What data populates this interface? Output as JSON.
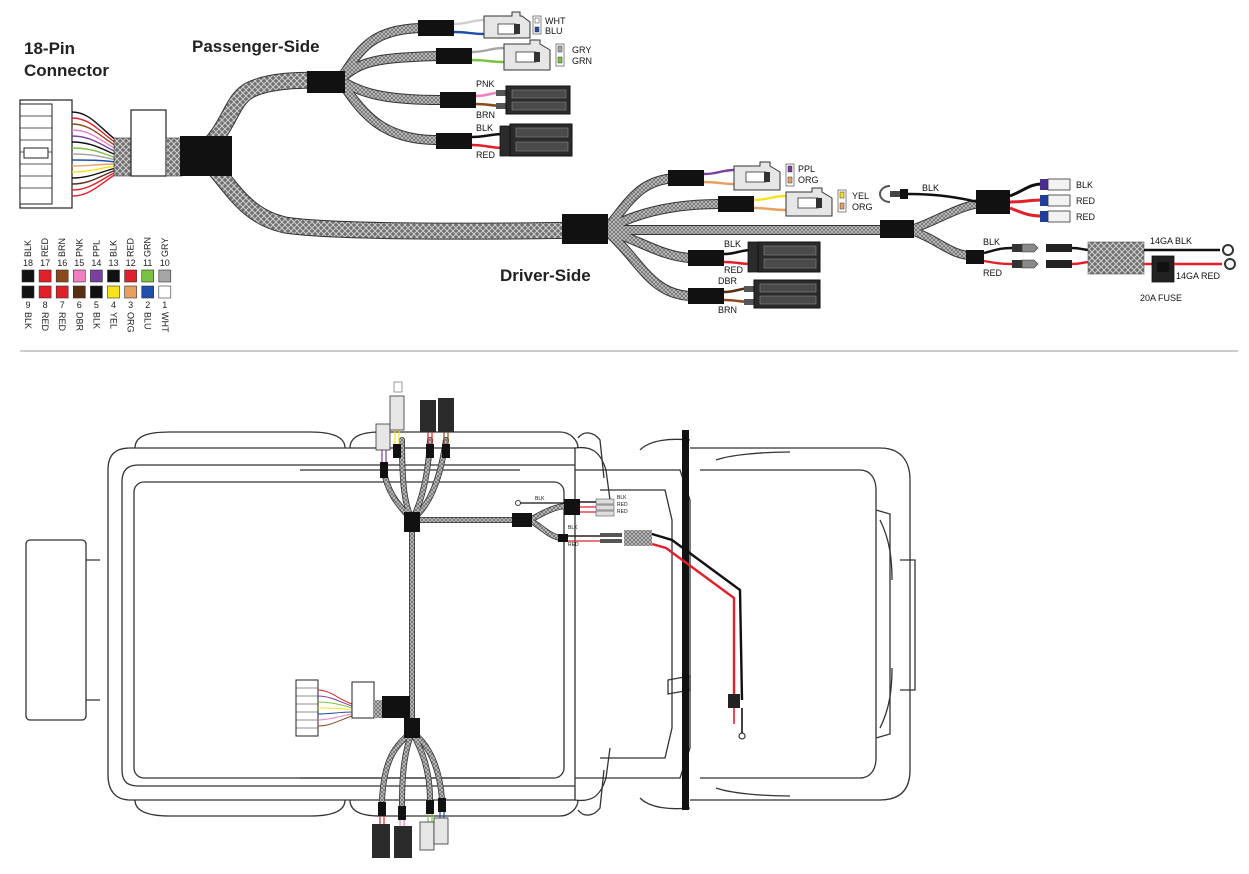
{
  "headings": {
    "connector_line1": "18-Pin",
    "connector_line2": "Connector",
    "passenger": "Passenger-Side",
    "driver": "Driver-Side"
  },
  "pins_top": [
    {
      "num": "18",
      "color": "BLK",
      "fill": "#111111"
    },
    {
      "num": "17",
      "color": "RED",
      "fill": "#e2202a"
    },
    {
      "num": "16",
      "color": "BRN",
      "fill": "#8a4a1c"
    },
    {
      "num": "15",
      "color": "PNK",
      "fill": "#f080c0"
    },
    {
      "num": "14",
      "color": "PPL",
      "fill": "#7a3fa0"
    },
    {
      "num": "13",
      "color": "BLK",
      "fill": "#111111"
    },
    {
      "num": "12",
      "color": "RED",
      "fill": "#e2202a"
    },
    {
      "num": "11",
      "color": "GRN",
      "fill": "#7cc242"
    },
    {
      "num": "10",
      "color": "GRY",
      "fill": "#a6a6a6"
    }
  ],
  "pins_bottom": [
    {
      "num": "9",
      "color": "BLK",
      "fill": "#111111"
    },
    {
      "num": "8",
      "color": "RED",
      "fill": "#e2202a"
    },
    {
      "num": "7",
      "color": "RED",
      "fill": "#e2202a"
    },
    {
      "num": "6",
      "color": "DBR",
      "fill": "#5a2e12"
    },
    {
      "num": "5",
      "color": "BLK",
      "fill": "#111111"
    },
    {
      "num": "4",
      "color": "YEL",
      "fill": "#f7e21b"
    },
    {
      "num": "3",
      "color": "ORG",
      "fill": "#e8a060"
    },
    {
      "num": "2",
      "color": "BLU",
      "fill": "#1f4fa8"
    },
    {
      "num": "1",
      "color": "WHT",
      "fill": "#ffffff"
    }
  ],
  "passenger_labels": {
    "wht": "WHT",
    "blu": "BLU",
    "gry": "GRY",
    "grn": "GRN",
    "pnk": "PNK",
    "brn": "BRN",
    "blk": "BLK",
    "red": "RED"
  },
  "driver_labels": {
    "ppl": "PPL",
    "org": "ORG",
    "yel": "YEL",
    "org2": "ORG",
    "blk": "BLK",
    "red": "RED",
    "dbr": "DBR",
    "brn": "BRN"
  },
  "power_labels": {
    "ring_blk": "BLK",
    "out_blk": "BLK",
    "out_red1": "RED",
    "out_red2": "RED",
    "bullet_blk": "BLK",
    "bullet_red": "RED",
    "batt_blk": "14GA BLK",
    "batt_red": "14GA RED",
    "fuse": "20A FUSE"
  },
  "colors": {
    "wht": "#ffffff",
    "blu": "#1f4fa8",
    "gry": "#a6a6a6",
    "grn": "#7cc242",
    "pnk": "#f080c0",
    "brn": "#8a4a1c",
    "dbr": "#5a2e12",
    "blk": "#111111",
    "red": "#e2202a",
    "ppl": "#7a3fa0",
    "yel": "#f7e21b",
    "org": "#e8a060",
    "braid": "#7a7a7a",
    "sleeve": "#111111"
  }
}
